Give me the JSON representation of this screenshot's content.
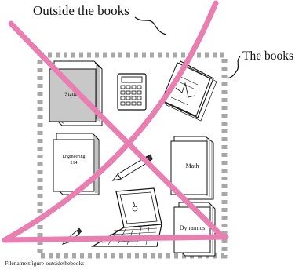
{
  "labels": {
    "outside": "Outside the books",
    "books": "The books",
    "filename": "Filename:tfigure-outsidethebooks"
  },
  "items": {
    "statics": "Statics",
    "engineering_line1": "Engineering",
    "engineering_line2": "214",
    "math": "Math",
    "dynamics": "Dynamics"
  },
  "colors": {
    "cross": "#e87fb0",
    "dotted_border": "#a8a8a8",
    "statics_cover": "#c8c8c8",
    "ink": "#111111"
  }
}
